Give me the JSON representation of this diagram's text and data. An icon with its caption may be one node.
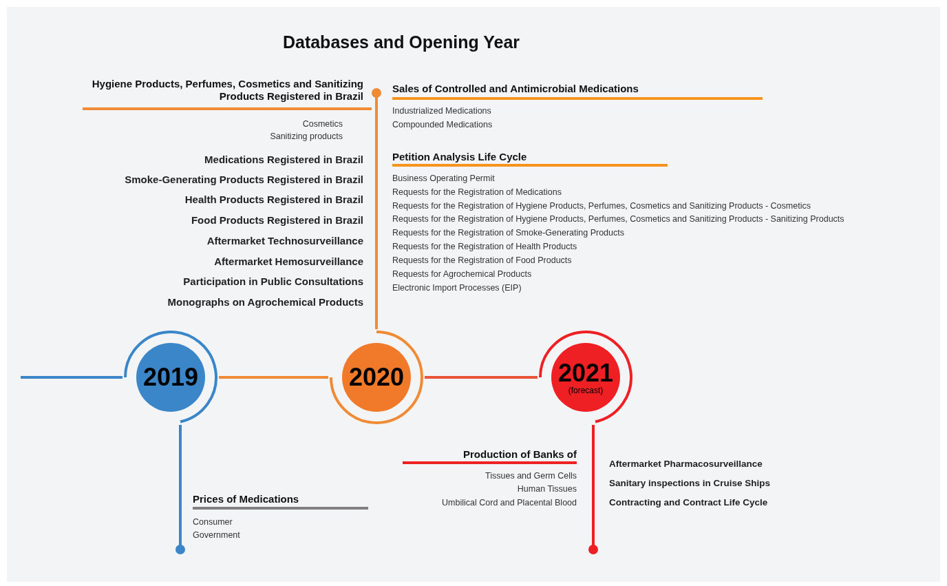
{
  "diagram": {
    "title": "Databases and Opening Year",
    "nodes": [
      {
        "text": [
          "2019"
        ]
      },
      {
        "text": [
          "2020"
        ]
      },
      {
        "text": [
          "2021",
          "(forecast)"
        ]
      }
    ],
    "edges": [
      {
        "from": null,
        "to": 0,
        "arrow": "none",
        "color": "#3a86c8"
      },
      {
        "from": 0,
        "to": 1,
        "arrow": "none",
        "color": "#f08a34"
      },
      {
        "from": 1,
        "to": 2,
        "arrow": "none",
        "color": "#e8553a"
      }
    ],
    "labels": [
      "Hygiene Products, Perfumes, Cosmetics and Sanitizing Products Registered in Brazil",
      "Cosmetics",
      "Sanitizing products",
      "Medications Registered in Brazil",
      "Smoke-Generating Products Registered in Brazil",
      "Health Products Registered in Brazil",
      "Food Products Registered in Brazil",
      "Aftermarket Technosurveillance",
      "Aftermarket Hemosurveillance",
      "Participation in Public Consultations",
      "Monographs on Agrochemical Products",
      "Sales of Controlled and Antimicrobial Medications",
      "Industrialized Medications",
      "Compounded Medications",
      "Petition Analysis Life Cycle",
      "Business Operating Permit",
      "Requests for the Registration of Medications",
      "Requests for the Registration of Hygiene Products, Perfumes, Cosmetics and Sanitizing Products - Cosmetics",
      "Requests for the Registration of Hygiene Products, Perfumes, Cosmetics and Sanitizing Products - Sanitizing Products",
      "Requests for the Registration of Smoke-Generating Products",
      "Requests for the Registration of Health Products",
      "Requests for the Registration of Food Products",
      "Requests for Agrochemical Products",
      "Electronic Import Processes (EIP)",
      "Production of Banks of",
      "Tissues and Germ Cells",
      "Human Tissues",
      "Umbilical Cord and Placental Blood",
      "Aftermarket Pharmacosurveillance",
      "Sanitary inspections in Cruise Ships",
      "Contracting and Contract Life Cycle",
      "Prices of Medications",
      "Consumer",
      "Government"
    ]
  }
}
